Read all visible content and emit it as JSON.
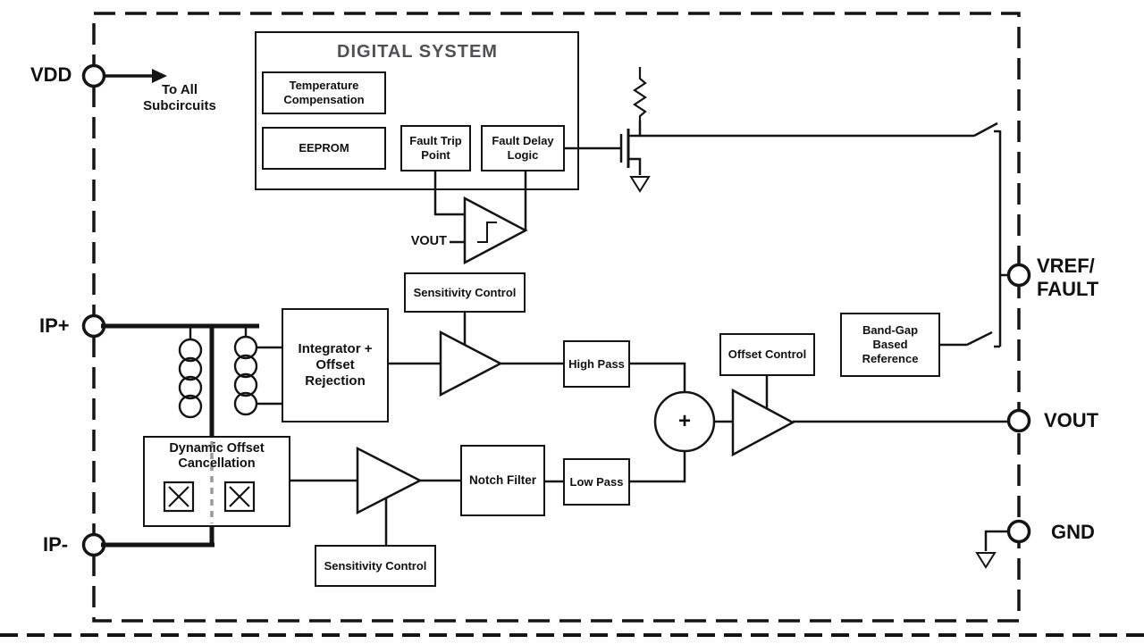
{
  "pins": {
    "vdd": "VDD",
    "ip_plus": "IP+",
    "ip_minus": "IP-",
    "vref_fault": "VREF/\nFAULT",
    "vout": "VOUT",
    "gnd": "GND"
  },
  "annotations": {
    "to_all_subcircuits": "To All\nSubcircuits",
    "comparator_input": "VOUT",
    "summing_plus": "+"
  },
  "digital_system": {
    "title": "DIGITAL SYSTEM",
    "temperature_compensation": "Temperature\nCompensation",
    "eeprom": "EEPROM",
    "fault_trip_point": "Fault Trip\nPoint",
    "fault_delay_logic": "Fault Delay\nLogic"
  },
  "blocks": {
    "sensitivity_control_upper": "Sensitivity Control",
    "integrator_offset_rejection": "Integrator +\nOffset\nRejection",
    "dynamic_offset_cancellation": "Dynamic Offset\nCancellation",
    "high_pass": "High Pass",
    "notch_filter": "Notch Filter",
    "low_pass": "Low Pass",
    "sensitivity_control_lower": "Sensitivity Control",
    "offset_control": "Offset Control",
    "band_gap_reference": "Band-Gap\nBased\nReference"
  }
}
